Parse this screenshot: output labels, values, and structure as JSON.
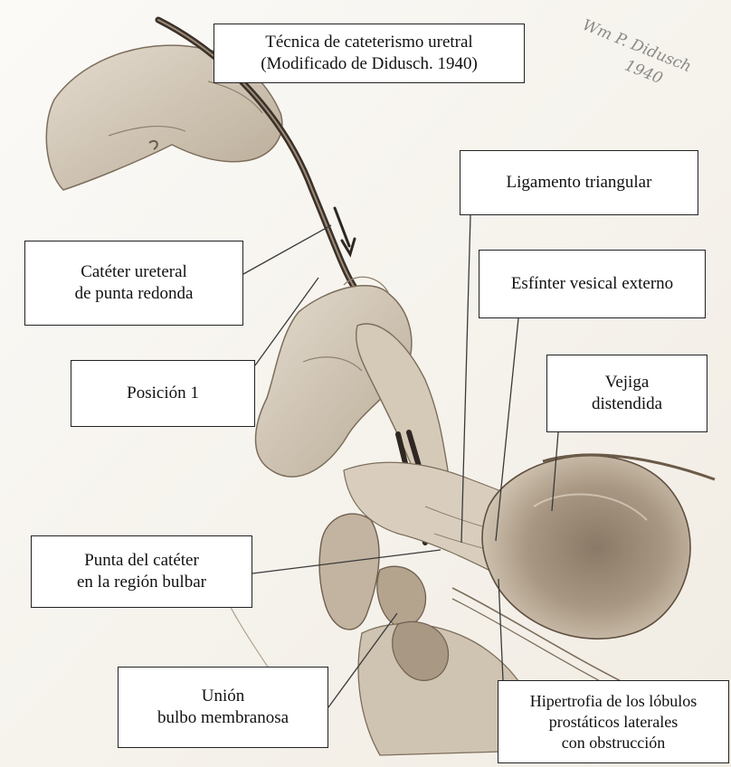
{
  "labels": {
    "title_line1": "Técnica de cateterismo uretral",
    "title_line2": "(Modificado de Didusch. 1940)",
    "ligamento": "Ligamento triangular",
    "cateter_line1": "Catéter ureteral",
    "cateter_line2": "de punta redonda",
    "esfinter": "Esfínter vesical externo",
    "posicion": "Posición 1",
    "vejiga_line1": "Vejiga",
    "vejiga_line2": "distendida",
    "punta_line1": "Punta del catéter",
    "punta_line2": "en la región bulbar",
    "union_line1": "Unión",
    "union_line2": "bulbo membranosa",
    "hiper_line1": "Hipertrofia de los lóbulos",
    "hiper_line2": "prostáticos laterales",
    "hiper_line3": "con obstrucción"
  },
  "signature": {
    "line1": "Wm P. Didusch",
    "line2": "1940"
  },
  "colors": {
    "sepia_dark": "#6b5a48",
    "sepia_mid": "#b4a590",
    "sepia_light": "#ddd3c4",
    "leader_line": "#3a3a3a"
  }
}
